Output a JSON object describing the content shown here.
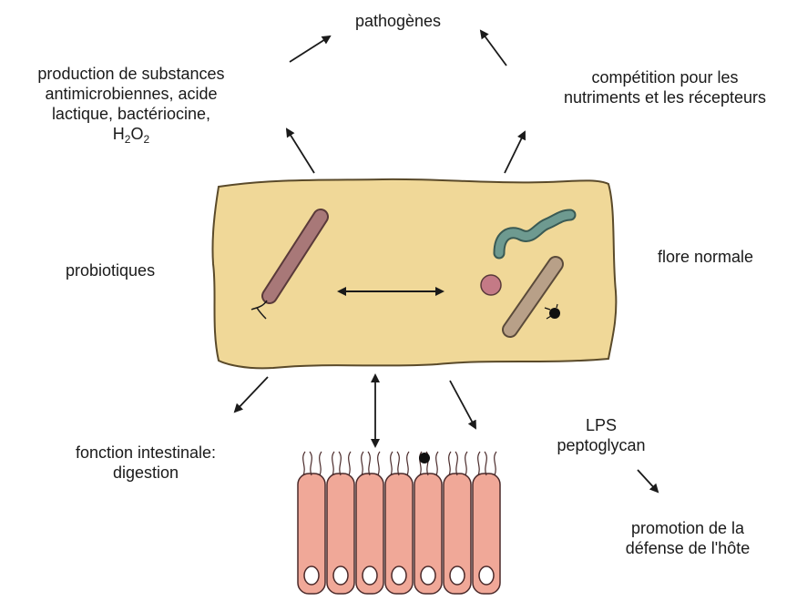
{
  "labels": {
    "pathogens": "pathogènes",
    "antimicrobial_line1": "production de substances",
    "antimicrobial_line2": "antimicrobiennes, acide",
    "antimicrobial_line3": "lactique, bactériocine,",
    "h2o2_h": "H",
    "h2o2_sub1": "2",
    "h2o2_o": "O",
    "h2o2_sub2": "2",
    "competition_line1": "compétition pour les",
    "competition_line2": "nutriments et les récepteurs",
    "probiotics": "probiotiques",
    "normal_flora": "flore normale",
    "digestion_line1": "fonction intestinale:",
    "digestion_line2": "digestion",
    "lps": "LPS",
    "peptidoglycan": "peptoglycan",
    "defense_line1": "promotion de la",
    "defense_line2": "défense de l'hôte"
  },
  "colors": {
    "gut_fill": "#f0d898",
    "gut_stroke": "#5a4a2a",
    "probiotic_rod": "#a87878",
    "flora_rod": "#b8a088",
    "flora_spiral": "#6e9a90",
    "flora_coccus": "#c47a86",
    "epithelial_cell": "#f0a898",
    "arrow": "#1a1a1a"
  }
}
